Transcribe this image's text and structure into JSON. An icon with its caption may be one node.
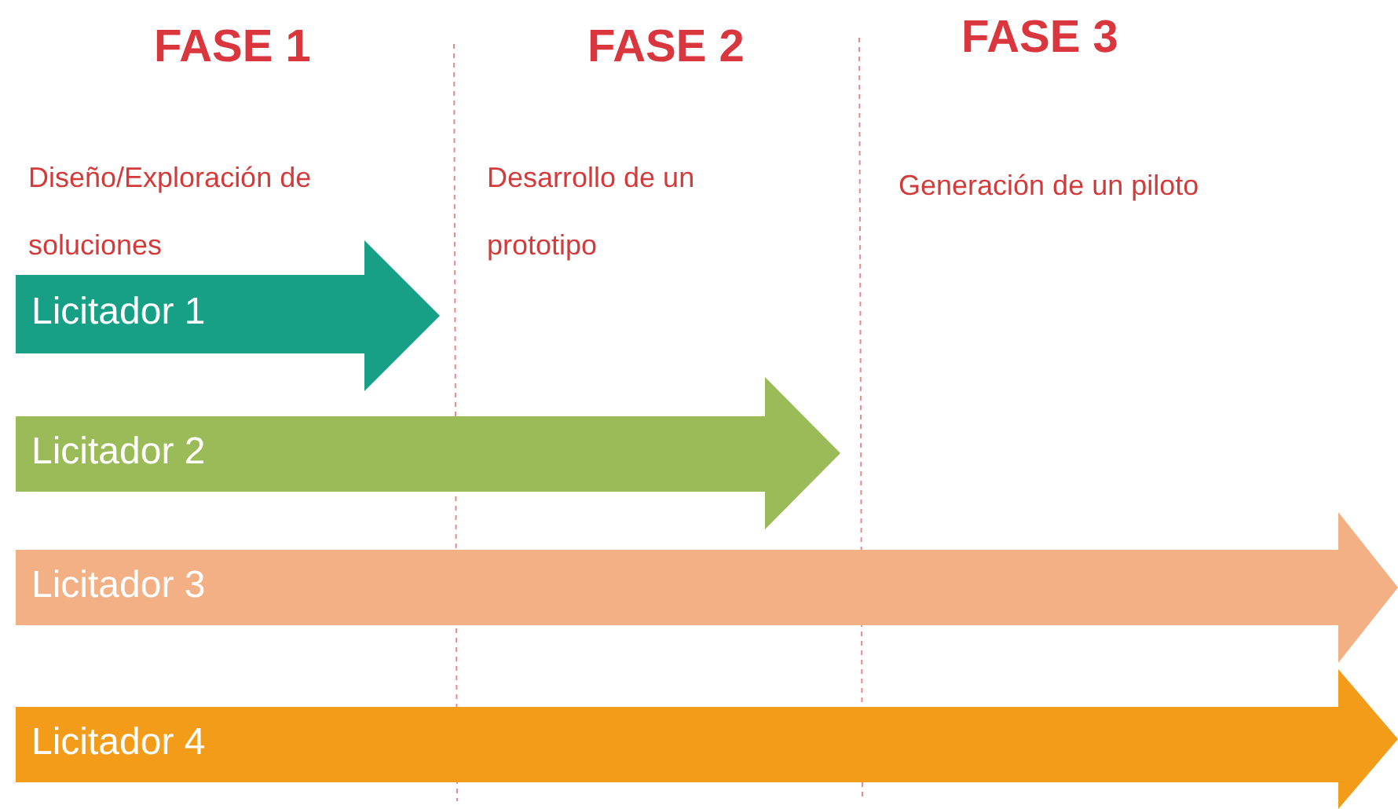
{
  "diagram": {
    "nodes": [
      {
        "text": [
          "Licitador 1"
        ]
      },
      {
        "text": [
          "Licitador 2"
        ]
      },
      {
        "text": [
          "Licitador 3"
        ]
      },
      {
        "text": [
          "Licitador 4"
        ]
      }
    ],
    "edges": [],
    "labels": [
      "FASE 1",
      "FASE 2",
      "FASE 3",
      "Diseño/Exploración de soluciones",
      "Desarrollo de un prototipo",
      "Generación de un piloto"
    ]
  }
}
